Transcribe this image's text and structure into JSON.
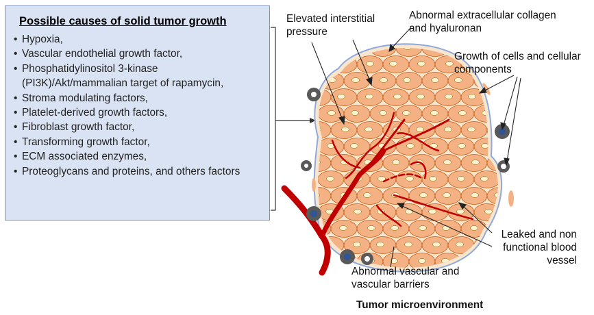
{
  "causes": {
    "title": "Possible causes of solid tumor growth",
    "items": [
      "Hypoxia,",
      "Vascular endothelial growth factor,",
      "Phosphatidylinositol 3-kinase (PI3K)/Akt/mammalian target of rapamycin,",
      "Stroma modulating factors,",
      "Platelet-derived growth factors,",
      "Fibroblast growth factor,",
      "Transforming growth factor,",
      "ECM associated enzymes,",
      "Proteoglycans and proteins, and others factors"
    ]
  },
  "labels": {
    "interstitial_pressure": "Elevated interstitial pressure",
    "ecm": "Abnormal extracellular collagen and hyaluronan",
    "growth": "Growth of cells and cellular components",
    "leaked_vessel": "Leaked and non functional blood vessel",
    "vascular_barriers": "Abnormal vascular and vascular barriers",
    "caption": "Tumor microenvironment"
  },
  "colors": {
    "box_fill": "#dae3f3",
    "box_border": "#7a93c4",
    "cell_fill": "#f4b183",
    "cell_stroke": "#c55a11",
    "nucleus_fill": "#fff2cc",
    "vessel": "#c00000",
    "membrane": "#8fa9dc",
    "immune_cell": "#595959",
    "blue_nucleus": "#2f5597"
  }
}
